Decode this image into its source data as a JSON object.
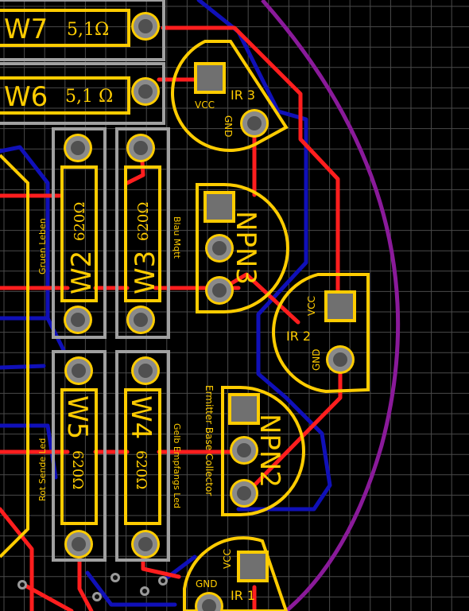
{
  "resistors": {
    "w7": {
      "name": "W7",
      "value": "5,1Ω"
    },
    "w6": {
      "name": "W6",
      "value": "5,1 Ω"
    },
    "w2": {
      "name": "W2",
      "value": "620Ω",
      "note": "Gruen Leben"
    },
    "w3": {
      "name": "W3",
      "value": "620Ω",
      "note": "Blau Mqtt"
    },
    "w5": {
      "name": "W5",
      "value": "620Ω",
      "note": "Rot Sende Led"
    },
    "w4": {
      "name": "W4",
      "value": "620Ω",
      "note": "Gelb Empfangs Led"
    }
  },
  "transistors": {
    "npn3": {
      "name": "NPN3"
    },
    "npn2": {
      "name": "NPN2",
      "pin_note": "Ermitter Base Collector"
    }
  },
  "ir_sensors": {
    "ir3": {
      "name": "IR 3",
      "vcc": "VCC",
      "gnd": "GND"
    },
    "ir2": {
      "name": "IR 2",
      "vcc": "VCC",
      "gnd": "GND"
    },
    "ir1": {
      "name": "IR 1",
      "vcc": "VCC",
      "gnd": "GND"
    }
  },
  "colors": {
    "background": "#000000",
    "grid": "#4a4a4a",
    "top_copper": "#ff1e1e",
    "bottom_copper": "#1010b8",
    "silkscreen": "#ffcc00",
    "board_outline": "#8a1a9a",
    "keepout": "#a0a0a0"
  }
}
